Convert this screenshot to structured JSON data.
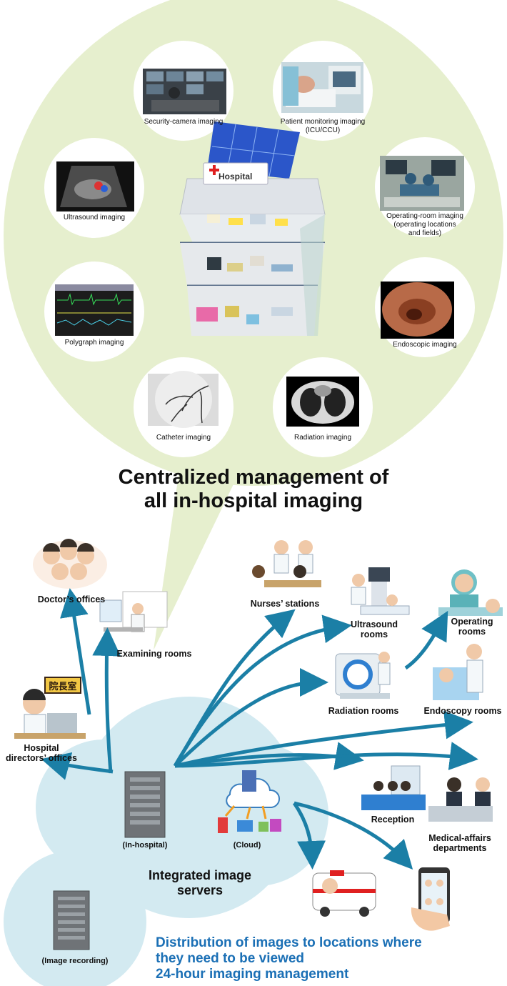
{
  "imaging_sources": [
    "Security-camera imaging",
    "Patient monitoring imaging\n(ICU/CCU)",
    "Ultrasound imaging",
    "Operating-room imaging\n(operating locations\nand fields)",
    "Polygraph imaging",
    "Endoscopic imaging",
    "Catheter imaging",
    "Radiation imaging"
  ],
  "hospital_sign": "Hospital",
  "director_sign": "院長室",
  "title_line1": "Centralized management of",
  "title_line2": "all in-hospital imaging",
  "locations": {
    "doctors_offices": "Doctor’s offices",
    "examining_rooms": "Examining rooms",
    "nurses_stations": "Nurses’ stations",
    "ultrasound_rooms": "Ultrasound\nrooms",
    "operating_rooms": "Operating\nrooms",
    "radiation_rooms": "Radiation rooms",
    "endoscopy_rooms": "Endoscopy rooms",
    "hospital_directors_offices": "Hospital\ndirectors’ offices",
    "reception": "Reception",
    "medical_affairs": "Medical-affairs\ndepartments"
  },
  "servers": {
    "in_hospital": "(In-hospital)",
    "cloud": "(Cloud)",
    "image_recording": "(Image recording)",
    "title": "Integrated image\nservers"
  },
  "distribution": {
    "line1": "Distribution of images to locations where",
    "line2": "they need to be viewed",
    "line3": "24-hour imaging management"
  },
  "colors": {
    "top_bubble": "#e6efce",
    "server_bubble": "#d3eaf1",
    "arrow": "#1b7fa6",
    "text_blue": "#1a6fb5"
  }
}
